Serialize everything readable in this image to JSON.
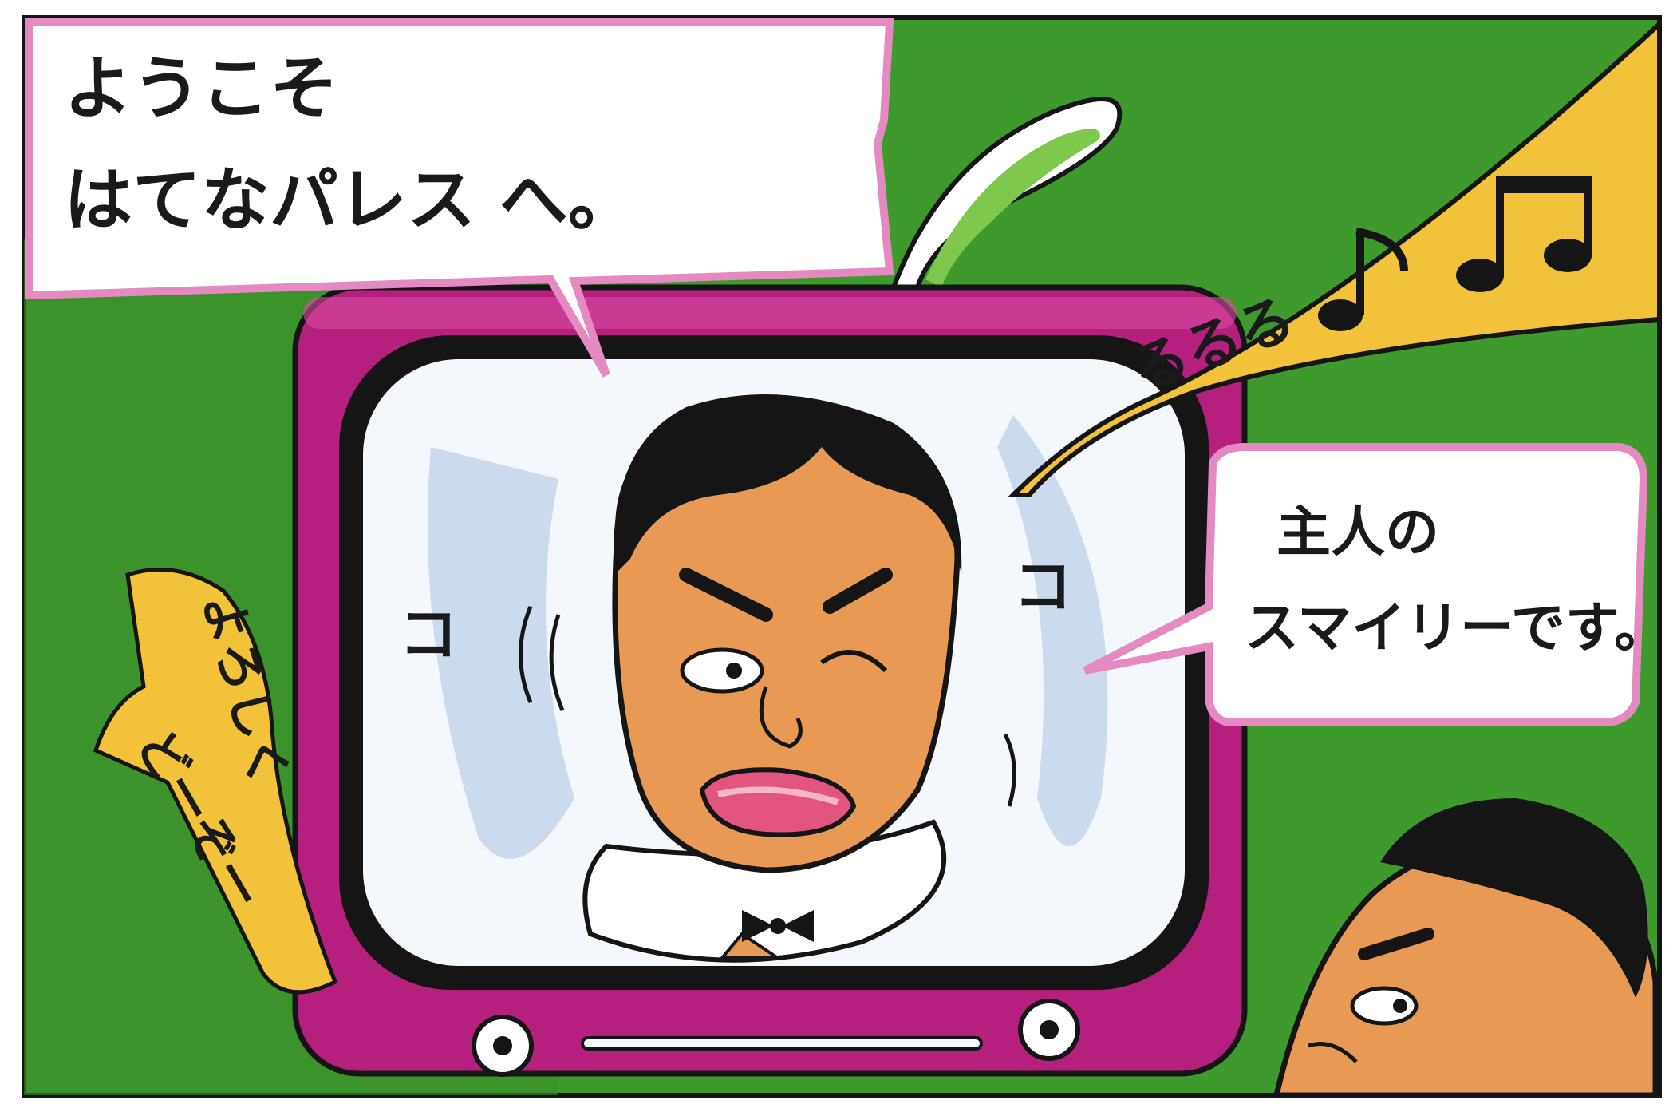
{
  "speech": {
    "welcome_line1": "ようこそ",
    "welcome_line2": "はてなパレス へ。",
    "host_line1": "主人の",
    "host_line2": "スマイリーです。",
    "tune": "るるる",
    "greeting_line1": "よろしく",
    "greeting_line2": "どーぞー"
  },
  "sound_marks": [
    "コ",
    "コ"
  ],
  "colors": {
    "background_green": "#3f9a2e",
    "tv_magenta": "#b51f7e",
    "bubble_pink": "#e58ac0",
    "yellow_bubble": "#f2c23a",
    "skin": "#e89a55"
  },
  "icons": [
    "music-note-icon",
    "eighth-notes-icon",
    "bowtie-icon"
  ]
}
